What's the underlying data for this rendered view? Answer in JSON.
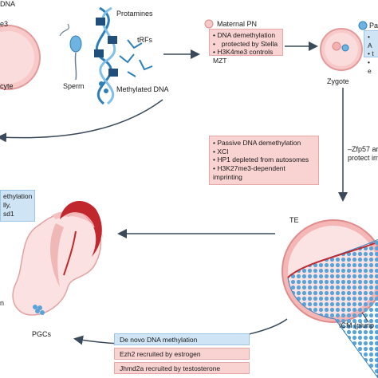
{
  "top_left": {
    "dna_fragment": "DNA",
    "k4_fragment": "e3",
    "oocyte_fragment": "cyte"
  },
  "sperm": {
    "protamines": "Protamines",
    "trfs": "tRFs",
    "sperm": "Sperm",
    "methylated_dna": "Methylated DNA"
  },
  "maternal_box": {
    "title": "Maternal PN",
    "items": [
      "DNA demethylation",
      "protected by Stella",
      "H3K4me3 controls MZT"
    ]
  },
  "paternal_box": {
    "title": "Pa",
    "items": [
      "A",
      "t",
      "e"
    ]
  },
  "zygote": "Zygote",
  "middle_box": {
    "items": [
      "Passive DNA demethylation",
      "XCI",
      "HP1 depleted from autosomes",
      "H3K27me3-dependent imprinting"
    ]
  },
  "zfp57": {
    "line1": "–Zfp57 an",
    "line2": "protect im"
  },
  "left_box": {
    "lines": [
      "ethylation",
      "lly,",
      "sd1"
    ]
  },
  "te": "TE",
  "icm": "ICM (plurip",
  "embryo": {
    "pgcs": "PGCs",
    "left_fragment": "n"
  },
  "bottom_bars": [
    "De novo DNA methylation",
    "Ezh2 recruited by estrogen",
    "Jhmd2a recruited by testosterone"
  ],
  "colors": {
    "pink_box": "#f9d2d2",
    "blue_box": "#cfe5f5",
    "blastocyst": "#f2a7a7",
    "icm_blue": "#5aa3d8",
    "placenta": "#c0282d"
  }
}
